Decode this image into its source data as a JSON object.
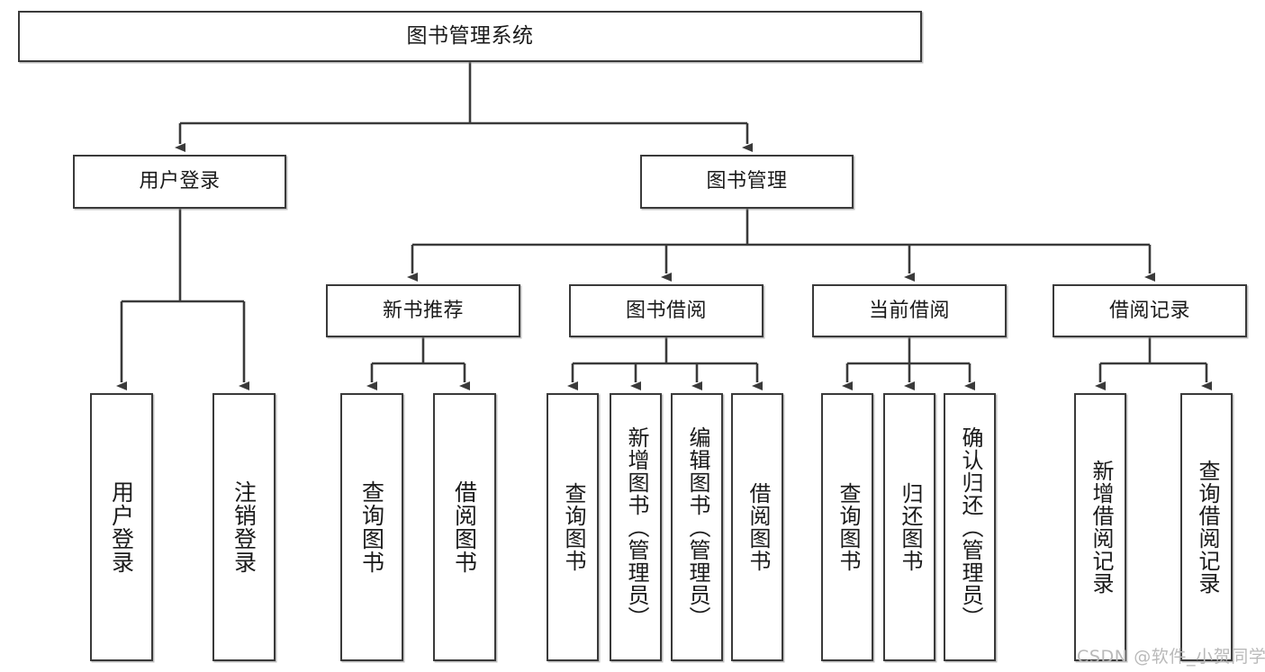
{
  "diagram": {
    "type": "tree-hierarchy-chart",
    "title": "图书管理系统",
    "orientation": "top-down",
    "colors": {
      "box_border": "#3a3a3a",
      "box_fill": "#ffffff",
      "edge": "#3a3a3a",
      "text": "#1a1a1a",
      "watermark": "#b9b9b9"
    }
  },
  "watermark": {
    "text": "CSDN @软件_小贺同学"
  },
  "nodes": {
    "root": {
      "label": "图书管理系统"
    },
    "level2": [
      {
        "id": "user-login",
        "label": "用户登录"
      },
      {
        "id": "book-manage",
        "label": "图书管理"
      }
    ],
    "level3": [
      {
        "id": "new-book-recommend",
        "label": "新书推荐"
      },
      {
        "id": "book-borrow",
        "label": "图书借阅"
      },
      {
        "id": "current-borrow",
        "label": "当前借阅"
      },
      {
        "id": "borrow-record",
        "label": "借阅记录"
      }
    ],
    "leaves": {
      "user_login": [
        {
          "id": "leaf-user-login",
          "label": "用户登录"
        },
        {
          "id": "leaf-logout-login",
          "label": "注销登录"
        }
      ],
      "new_book_recommend": [
        {
          "id": "leaf-query-book-1",
          "label": "查询图书"
        },
        {
          "id": "leaf-borrow-book-1",
          "label": "借阅图书"
        }
      ],
      "book_borrow": [
        {
          "id": "leaf-query-book-2",
          "label": "查询图书"
        },
        {
          "id": "leaf-add-book-admin",
          "label": "新增图书（管理员）"
        },
        {
          "id": "leaf-edit-book-admin",
          "label": "编辑图书（管理员）"
        },
        {
          "id": "leaf-borrow-book-2",
          "label": "借阅图书"
        }
      ],
      "current_borrow": [
        {
          "id": "leaf-query-book-3",
          "label": "查询图书"
        },
        {
          "id": "leaf-return-book",
          "label": "归还图书"
        },
        {
          "id": "leaf-confirm-return-admin",
          "label": "确认归还（管理员）"
        }
      ],
      "borrow_record": [
        {
          "id": "leaf-add-borrow-record",
          "label": "新增借阅记录"
        },
        {
          "id": "leaf-query-borrow-record",
          "label": "查询借阅记录"
        }
      ]
    }
  }
}
